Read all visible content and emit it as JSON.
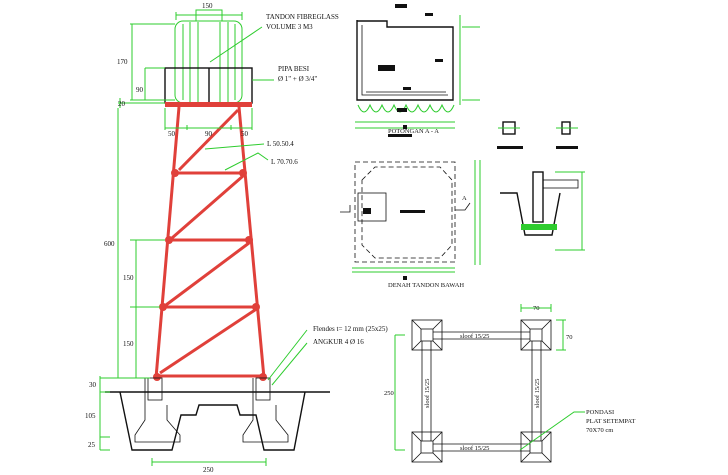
{
  "tower_elevation": {
    "tank_label_1": "TANDON FIBREGLASS",
    "tank_label_2": "VOLUME 3 M3",
    "pipe_label_1": "PIPA BESI",
    "pipe_label_2": "Ø 1\" + Ø 3/4\"",
    "angle_small": "L 50.50.4",
    "angle_large": "L 70.70.6",
    "flange_label": "Flendes t= 12 mm (25x25)",
    "anchor_label": "ANGKUR 4 Ø 16",
    "dims": {
      "tank_width": "150",
      "tank_height": "170",
      "frame_height": "90",
      "base_plate": "20",
      "left_offset": "50",
      "center_span": "90",
      "right_offset": "50",
      "tower_height": "600",
      "panel_1": "150",
      "panel_2": "150",
      "pedestal": "30",
      "footing_depth": "105",
      "footing_plate": "25",
      "footing_span": "250"
    }
  },
  "section_aa": {
    "title": "POTONGAN A - A"
  },
  "ground_tank_plan": {
    "title": "DENAH TANDON BAWAH",
    "section_mark": "A"
  },
  "foundation_plan": {
    "top_beam": "sloof 15/25",
    "bottom_beam": "sloof 15/25",
    "left_beam": "sloof 15/25",
    "right_beam": "sloof 15/25",
    "pad_width": "70",
    "pad_height": "70",
    "span": "250",
    "pondasi_1": "PONDASI",
    "pondasi_2": "PLAT SETEMPAT",
    "pondasi_3": "70X70 cm"
  },
  "colors": {
    "steel": "#e0403a",
    "dimension": "#2ecc2e",
    "line": "#111111"
  }
}
